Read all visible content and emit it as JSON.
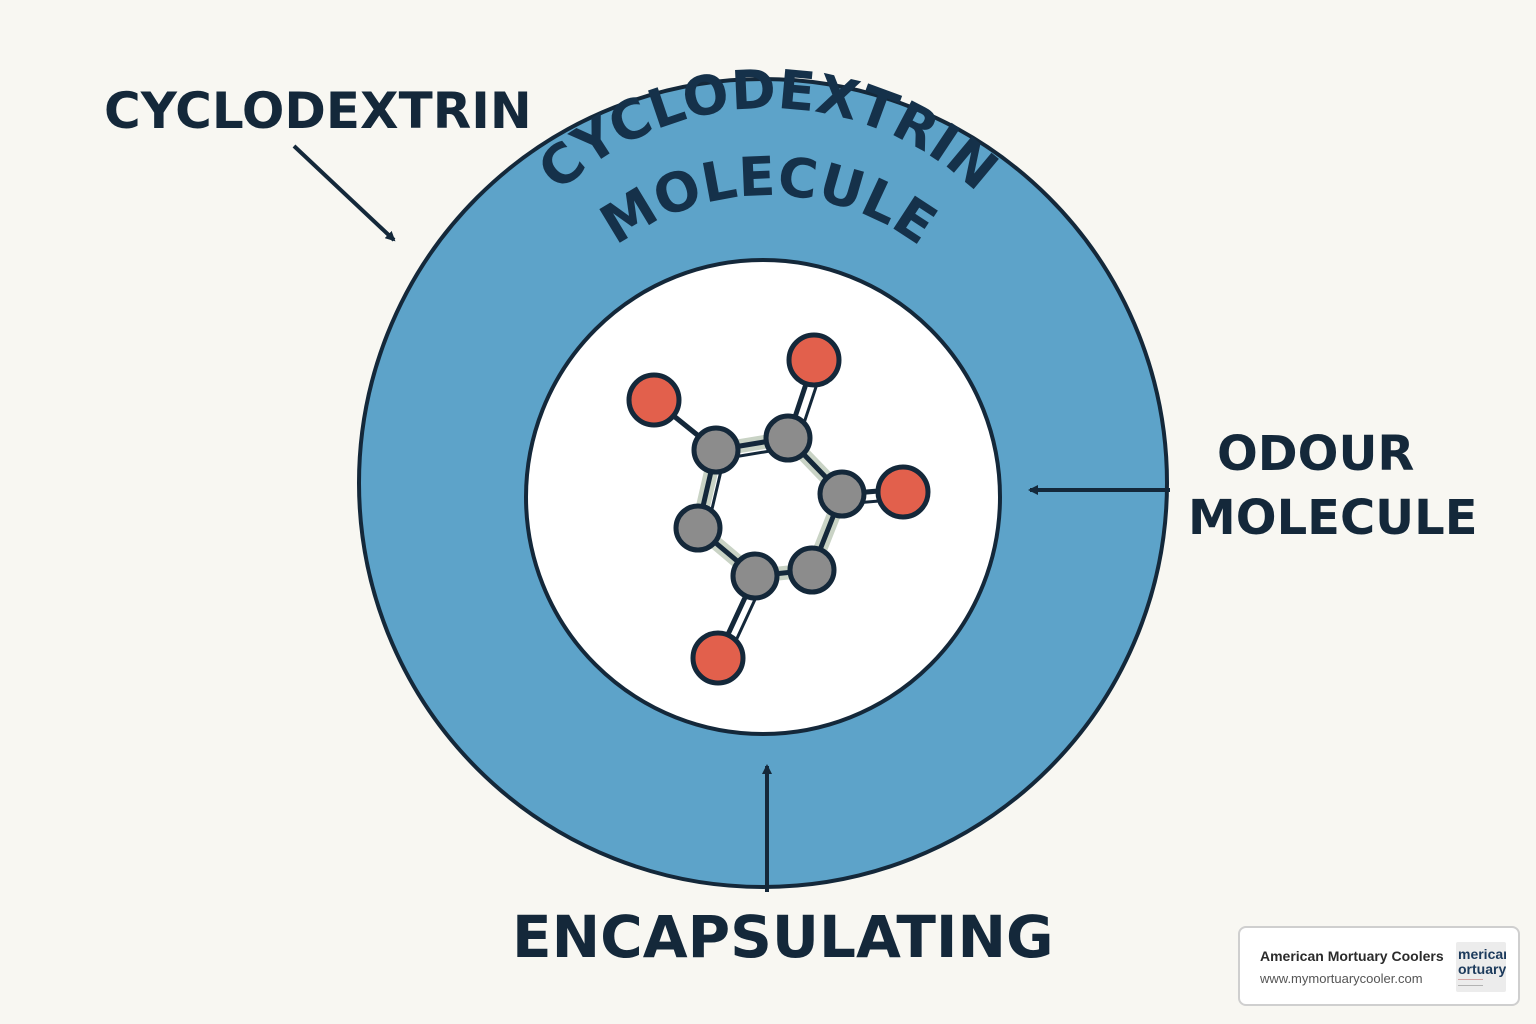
{
  "labels": {
    "cyclodextrin": "CYCLODEXTRIN",
    "odour_line1": "ODOUR",
    "odour_line2": "MOLECULE",
    "encapsulating": "ENCAPSULATING"
  },
  "ring": {
    "line1": "CYCLODEXTRIN",
    "line2": "MOLECULE"
  },
  "watermark": {
    "company": "American Mortuary Coolers",
    "url": "www.mymortuarycooler.com",
    "logo_line1": "merican",
    "logo_line2": "ortuary"
  },
  "colors": {
    "background": "#f8f7f2",
    "ring_fill": "#5da3c9",
    "outline": "#14283a",
    "carbon": "#8c8c8c",
    "oxygen": "#e2604c"
  }
}
